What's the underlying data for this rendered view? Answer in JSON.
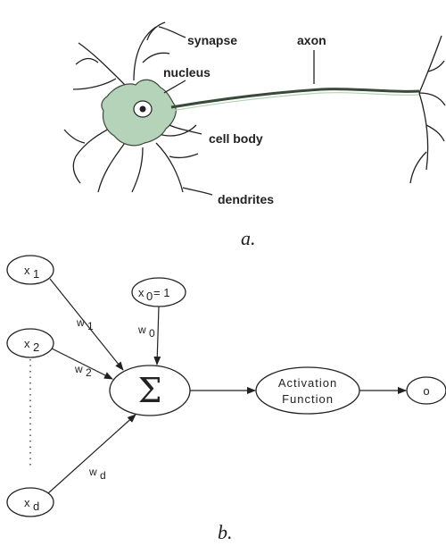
{
  "neuron": {
    "labels": {
      "synapse": "synapse",
      "axon": "axon",
      "nucleus": "nucleus",
      "cell_body": "cell body",
      "dendrites": "dendrites"
    },
    "caption": "a.",
    "body_color": "#b5d3b8"
  },
  "perceptron": {
    "inputs": [
      {
        "id": "x1",
        "base": "x",
        "sub": "1"
      },
      {
        "id": "x2",
        "base": "x",
        "sub": "2"
      },
      {
        "id": "xd",
        "base": "x",
        "sub": "d"
      }
    ],
    "bias": {
      "base": "x",
      "sub": "0",
      "suffix": "= 1"
    },
    "weights": [
      {
        "base": "w",
        "sub": "1"
      },
      {
        "base": "w",
        "sub": "2"
      },
      {
        "base": "w",
        "sub": "d"
      },
      {
        "base": "w",
        "sub": "0"
      }
    ],
    "sum_symbol": "Σ",
    "activation": {
      "line1": "Activation",
      "line2": "Function"
    },
    "output": "o",
    "caption": "b."
  }
}
